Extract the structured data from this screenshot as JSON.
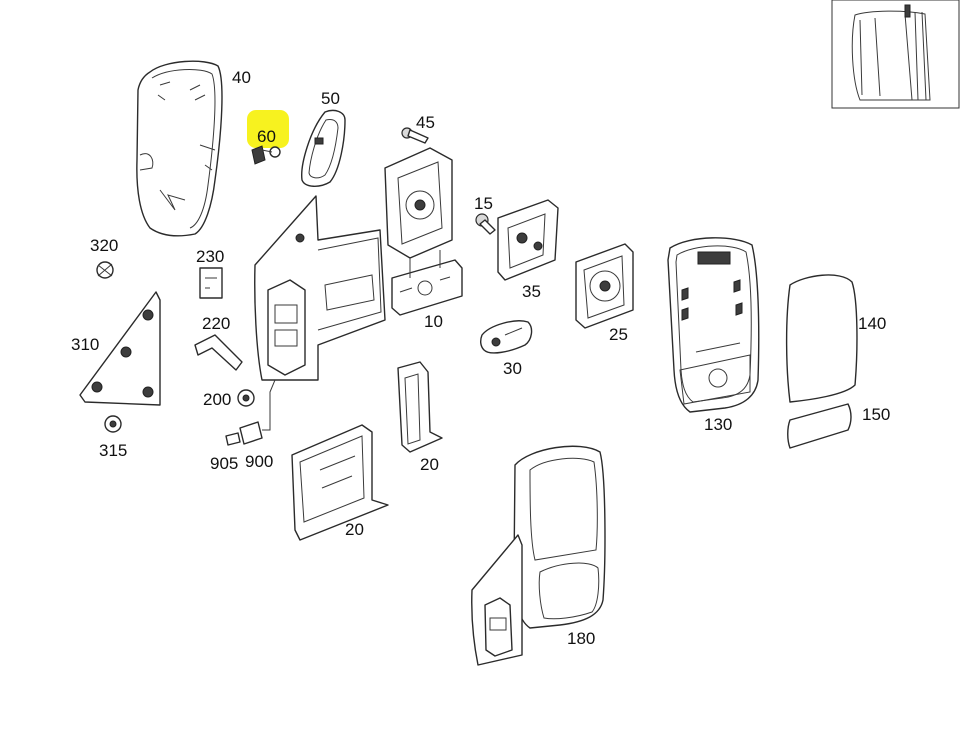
{
  "diagram": {
    "highlight_color": "#f7f21f",
    "line_color": "#2b2b2b",
    "highlighted_part": "60",
    "labels": {
      "p40": "40",
      "p60": "60",
      "p50": "50",
      "p45": "45",
      "p15": "15",
      "p320": "320",
      "p230": "230",
      "p220": "220",
      "p310": "310",
      "p10": "10",
      "p35": "35",
      "p25": "25",
      "p30": "30",
      "p130": "130",
      "p140": "140",
      "p150": "150",
      "p200": "200",
      "p315": "315",
      "p905": "905",
      "p900": "900",
      "p20a": "20",
      "p20b": "20",
      "p180": "180"
    }
  }
}
